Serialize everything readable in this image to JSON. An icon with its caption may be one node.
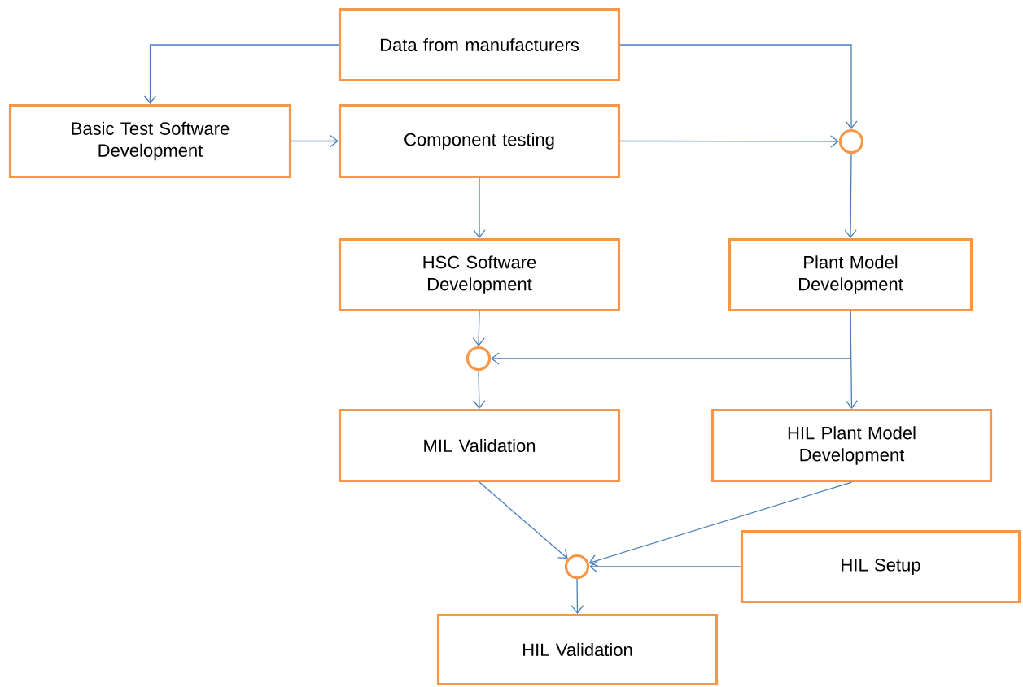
{
  "diagram": {
    "nodes": [
      {
        "text": [
          "Data from manufacturers"
        ]
      },
      {
        "text": [
          "Basic Test Software Development"
        ]
      },
      {
        "text": [
          "Component testing"
        ]
      },
      {
        "text": [],
        "shape": "circle"
      },
      {
        "text": [
          "HSC Software Development"
        ]
      },
      {
        "text": [
          "Plant Model Development"
        ]
      },
      {
        "text": [],
        "shape": "circle"
      },
      {
        "text": [
          "MIL Validation"
        ]
      },
      {
        "text": [
          "HIL Plant Model Development"
        ]
      },
      {
        "text": [],
        "shape": "circle"
      },
      {
        "text": [
          "HIL Setup"
        ]
      },
      {
        "text": [
          "HIL Validation"
        ]
      }
    ],
    "edges": [
      {
        "from": 0,
        "to": 1,
        "arrow": "to"
      },
      {
        "from": 0,
        "to": 3,
        "arrow": "to"
      },
      {
        "from": 1,
        "to": 2,
        "arrow": "to"
      },
      {
        "from": 2,
        "to": 3,
        "arrow": "to"
      },
      {
        "from": 2,
        "to": 4,
        "arrow": "to"
      },
      {
        "from": 3,
        "to": 5,
        "arrow": "to"
      },
      {
        "from": 4,
        "to": 6,
        "arrow": "to"
      },
      {
        "from": 5,
        "to": 6,
        "arrow": "to"
      },
      {
        "from": 5,
        "to": 8,
        "arrow": "to"
      },
      {
        "from": 6,
        "to": 7,
        "arrow": "to"
      },
      {
        "from": 7,
        "to": 9,
        "arrow": "to"
      },
      {
        "from": 8,
        "to": 9,
        "arrow": "to"
      },
      {
        "from": 10,
        "to": 9,
        "arrow": "to"
      },
      {
        "from": 9,
        "to": 11,
        "arrow": "to"
      }
    ]
  }
}
